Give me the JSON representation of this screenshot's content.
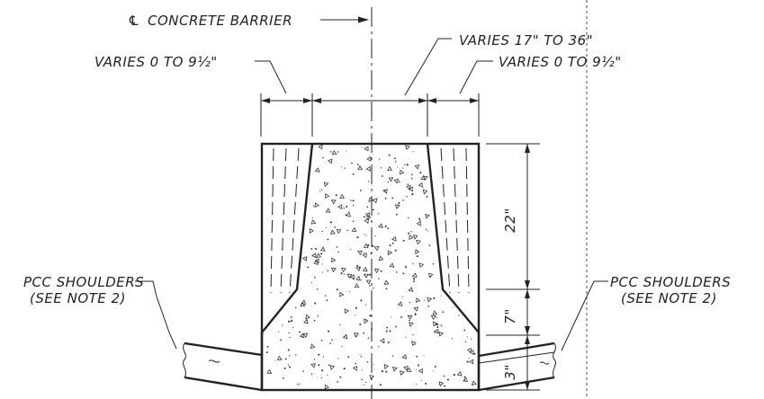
{
  "labels": {
    "centerline_symbol": "℄",
    "centerline": "CONCRETE BARRIER",
    "varies_left": "VARIES 0 TO 9½\"",
    "varies_middle": "VARIES 17\" TO 36\"",
    "varies_right": "VARIES 0 TO 9½\"",
    "shoulders_left_1": "PCC SHOULDERS",
    "shoulders_left_2": "(SEE NOTE 2)",
    "shoulders_right_1": "PCC SHOULDERS",
    "shoulders_right_2": "(SEE NOTE 2)"
  },
  "dimensions": {
    "top_height": "22\"",
    "mid_height": "7\"",
    "bottom_height": "3\""
  }
}
